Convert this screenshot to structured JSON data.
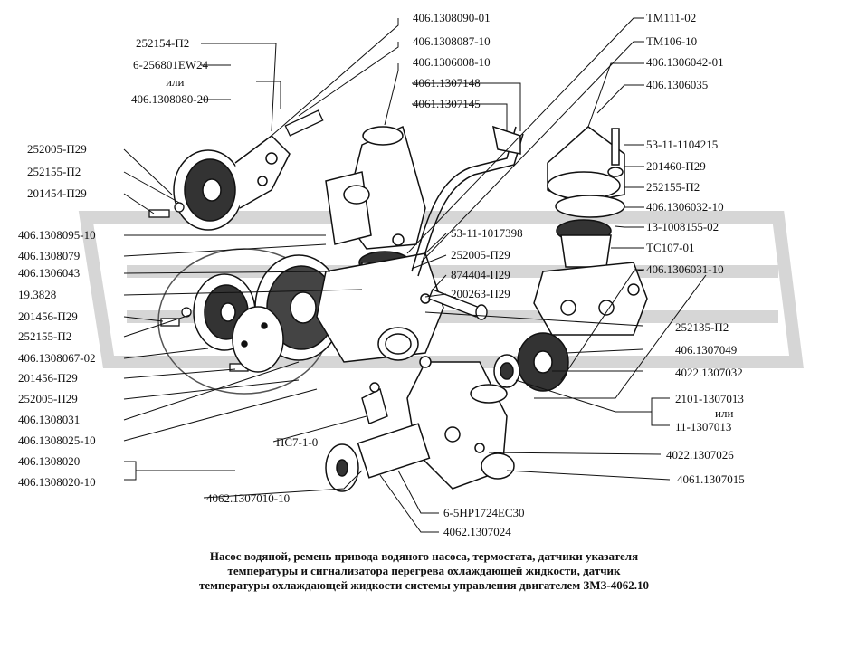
{
  "labels": {
    "p406_1308090_01": "406.1308090-01",
    "p406_1308087_10": "406.1308087-10",
    "p406_1306008_10": "406.1306008-10",
    "p4061_1307148": "4061.1307148",
    "p4061_1307145": "4061.1307145",
    "tm111_02": "ТМ111-02",
    "tm106_10": "ТМ106-10",
    "p406_1306042_01": "406.1306042-01",
    "p406_1306035": "406.1306035",
    "p252154_p2": "252154-П2",
    "p6_256801ew24": "6-256801EW24",
    "ili_1": "или",
    "p406_1308080_20": "406.1308080-20",
    "p53_11_1104215": "53-11-1104215",
    "p201460_p29": "201460-П29",
    "p252155_p2_right": "252155-П2",
    "p406_1306032_10": "406.1306032-10",
    "p13_1008155_02": "13-1008155-02",
    "ts107_01": "ТС107-01",
    "p406_1306031_10": "406.1306031-10",
    "p252005_p29_l1": "252005-П29",
    "p252155_p2_l1": "252155-П2",
    "p201454_p29": "201454-П29",
    "p406_1308095_10": "406.1308095-10",
    "p406_1308079": "406.1308079",
    "p406_1306043": "406.1306043",
    "p19_3828": "19.3828",
    "p201456_p29_l1": "201456-П29",
    "p252155_p2_l2": "252155-П2",
    "p406_1308067_02": "406.1308067-02",
    "p201456_p29_l2": "201456-П29",
    "p252005_p29_l2": "252005-П29",
    "p406_1308031": "406.1308031",
    "p406_1308025_10": "406.1308025-10",
    "p406_1308020": "406.1308020",
    "p406_1308020_10": "406.1308020-10",
    "p53_11_1017398": "53-11-1017398",
    "p252005_p29_mid": "252005-П29",
    "p874404_p29": "874404-П29",
    "p200263_p29": "200263-П29",
    "p252135_p2": "252135-П2",
    "p406_1307049": "406.1307049",
    "p4022_1307032": "4022.1307032",
    "p2101_1307013": "2101-1307013",
    "ili_2": "или",
    "p11_1307013": "11-1307013",
    "ps7_1_0": "ПС7-1-0",
    "p4022_1307026": "4022.1307026",
    "p4061_1307015": "4061.1307015",
    "p4062_1307010_10": "4062.1307010-10",
    "p6_5hp1724ec30": "6-5HP1724EC30",
    "p4062_1307024": "4062.1307024"
  },
  "caption": {
    "line1": "Насос водяной, ремень привода водяного насоса, термостата, датчики указателя",
    "line2": "температуры и сигнализатора перегрева охлаждающей жидкости, датчик",
    "line3": "температуры охлаждающей жидкости системы управления двигателем ЗМЗ-4062.10"
  }
}
